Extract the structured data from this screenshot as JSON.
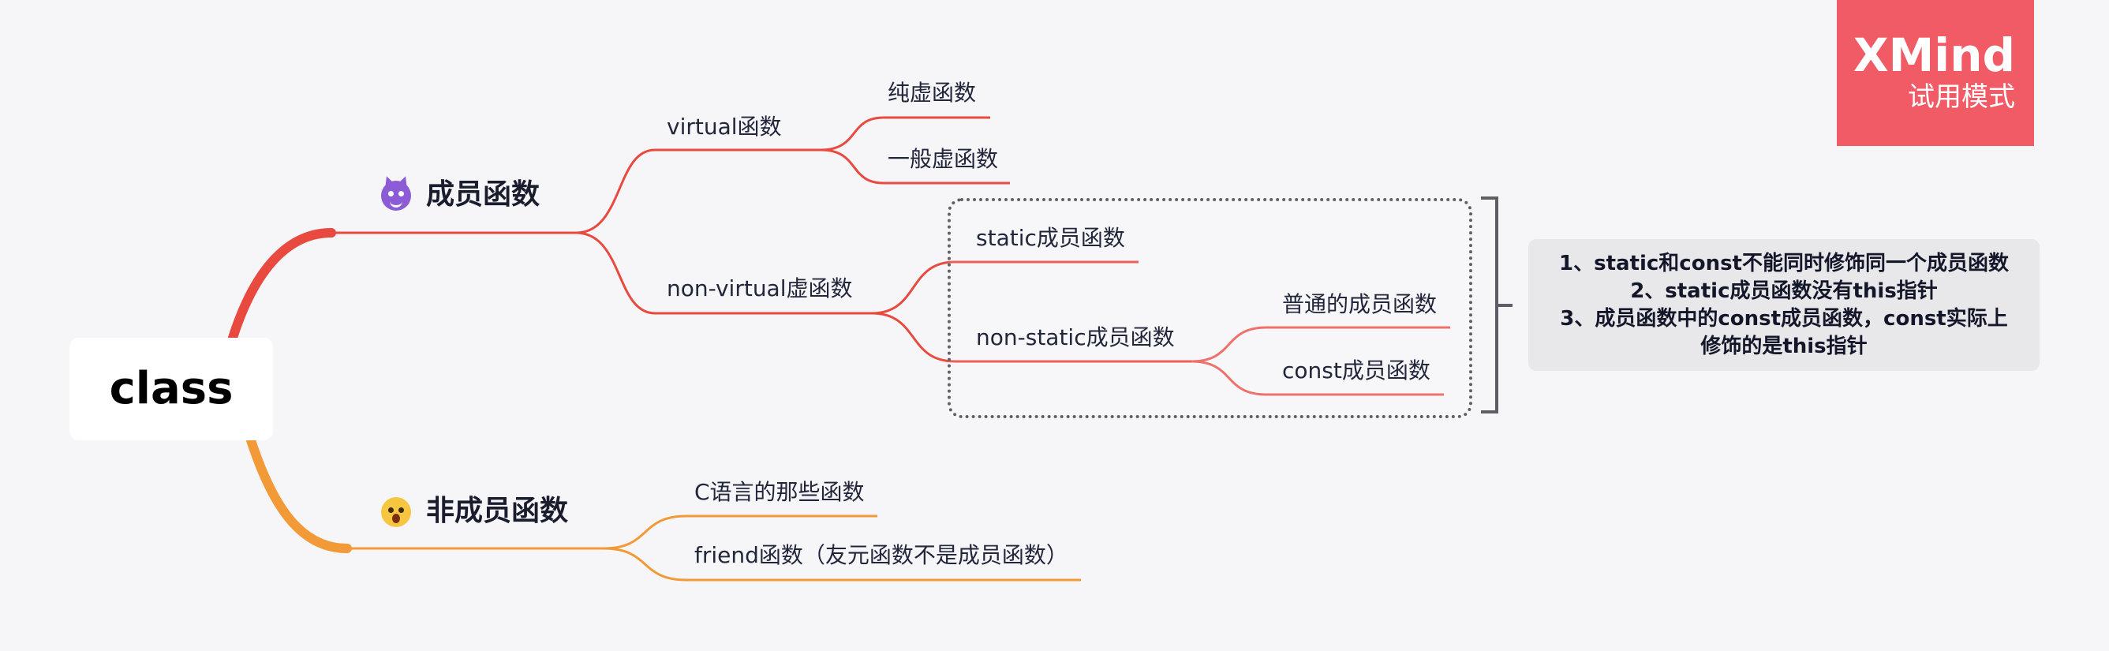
{
  "root": {
    "label": "class"
  },
  "branches": [
    {
      "label": "成员函数",
      "icon": "smiling-devil-icon",
      "color": "#e84a3f",
      "children": [
        {
          "label": "virtual函数",
          "children": [
            {
              "label": "纯虚函数"
            },
            {
              "label": "一般虚函数"
            }
          ]
        },
        {
          "label": "non-virtual虚函数",
          "children": [
            {
              "label": "static成员函数"
            },
            {
              "label": "non-static成员函数",
              "children": [
                {
                  "label": "普通的成员函数"
                },
                {
                  "label": "const成员函数"
                }
              ]
            }
          ]
        }
      ]
    },
    {
      "label": "非成员函数",
      "icon": "astonished-face-icon",
      "color": "#f29a38",
      "children": [
        {
          "label": "C语言的那些函数"
        },
        {
          "label": "friend函数（友元函数不是成员函数）"
        }
      ]
    }
  ],
  "summary": {
    "lines": [
      "1、static和const不能同时修饰同一个成员函数",
      "2、static成员函数没有this指针",
      "3、成员函数中的const成员函数，const实际上",
      "修饰的是this指针"
    ]
  },
  "watermark": {
    "title": "XMind",
    "subtitle": "试用模式",
    "color": "#f05b66"
  }
}
